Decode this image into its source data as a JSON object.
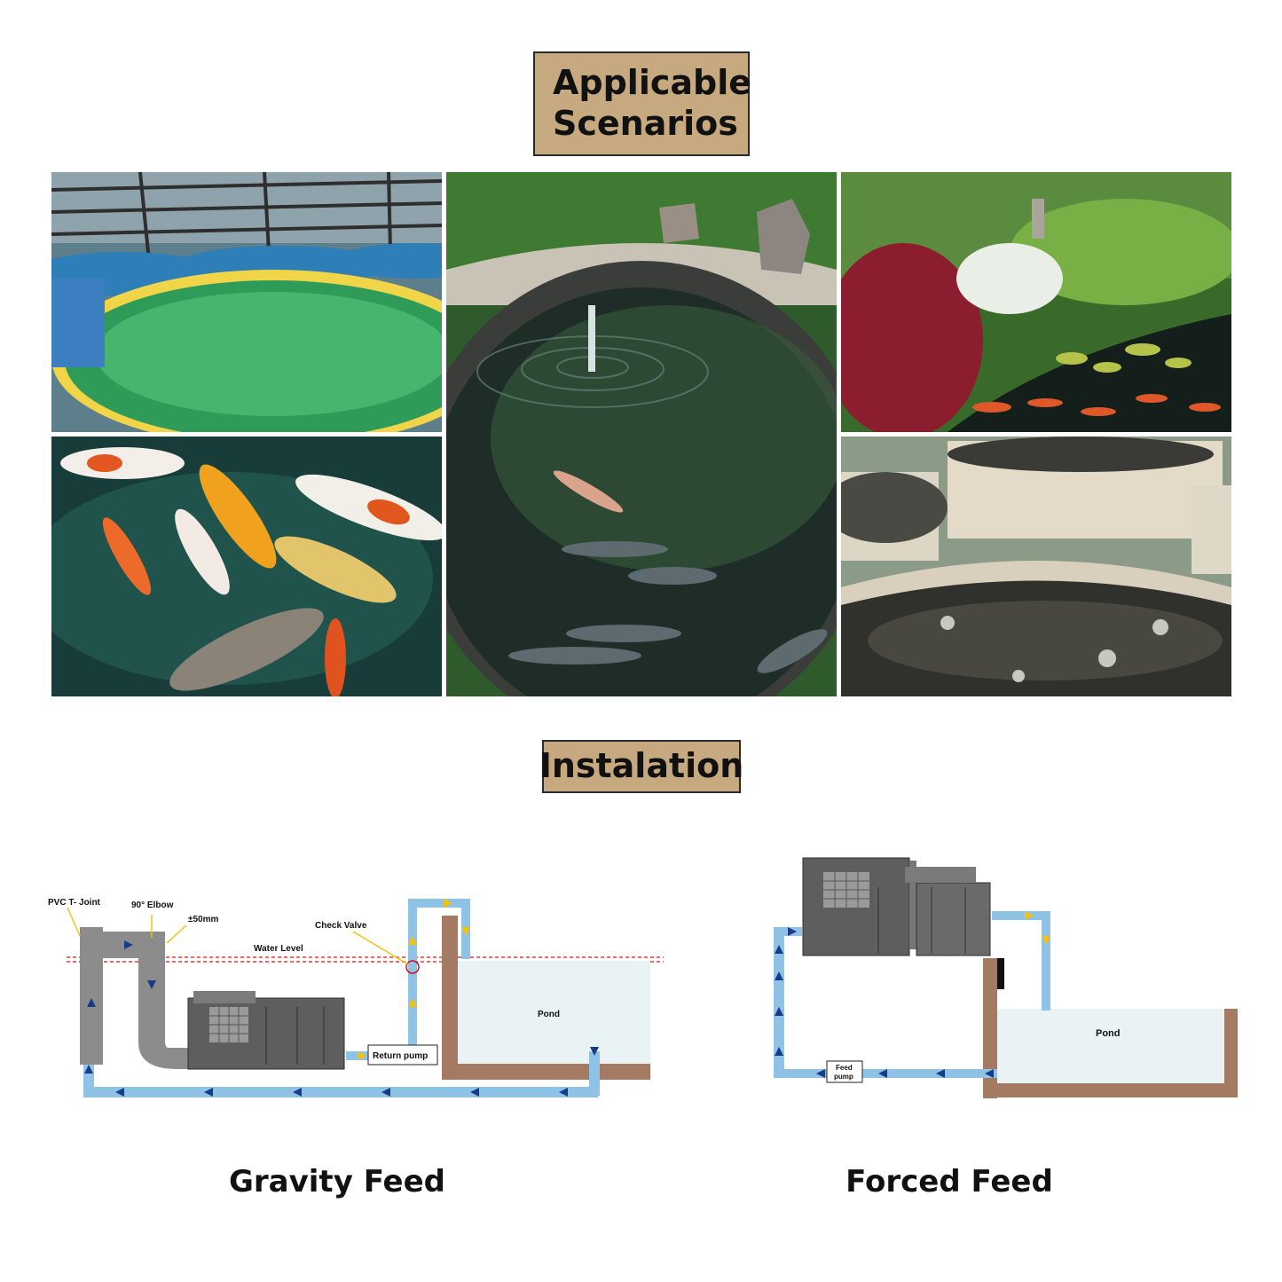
{
  "headings": {
    "applicable": "Applicable Scenarios",
    "installation": "Instalation"
  },
  "photos": [
    {
      "icon": "aquaculture-tanks-image"
    },
    {
      "icon": "koi-fish-image"
    },
    {
      "icon": "garden-fountain-pond-image"
    },
    {
      "icon": "koi-garden-pond-image"
    },
    {
      "icon": "fish-farm-tanks-image"
    }
  ],
  "gravity_feed": {
    "caption": "Gravity Feed",
    "labels": {
      "pvc_t_joint": "PVC T- Joint",
      "elbow": "90° Elbow",
      "offset": "±50mm",
      "check_valve": "Check Valve",
      "water_level": "Water Level",
      "pond": "Pond",
      "return_pump": "Return pump"
    }
  },
  "forced_feed": {
    "caption": "Forced Feed",
    "labels": {
      "pond": "Pond",
      "feed_pump_line1": "Feed",
      "feed_pump_line2": "pump"
    }
  },
  "colors": {
    "heading_bg": "#c6a97f",
    "pipe": "#8ec3e6",
    "pond_wall": "#a47a63",
    "pond_water": "#eaf3f3",
    "filter": "#5e5e5e",
    "flow_arrow_blue": "#1a3a8a",
    "flow_arrow_yellow": "#f2c20f",
    "water_level_line": "#e23a3a"
  }
}
